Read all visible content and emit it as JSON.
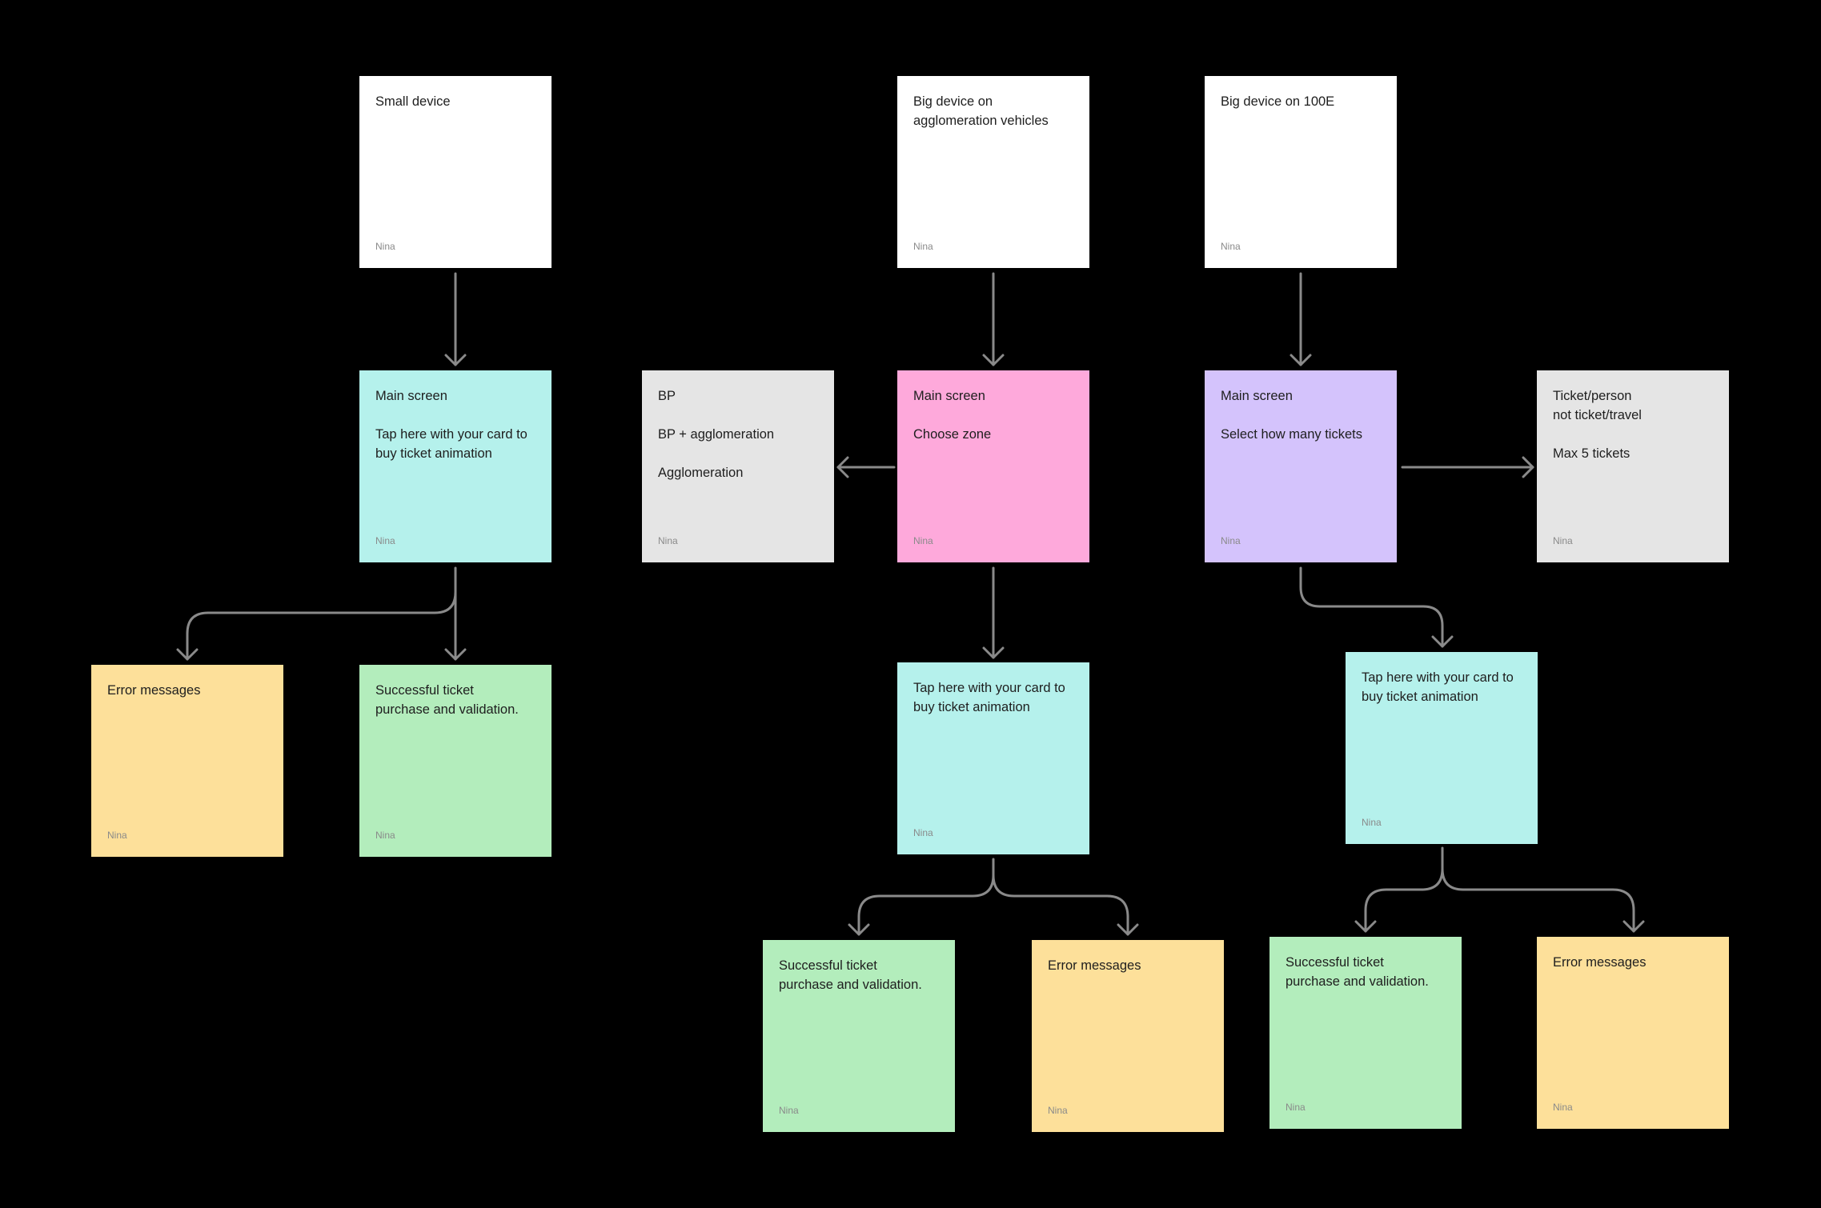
{
  "colors": {
    "white": "#ffffff",
    "teal": "#b5f1ec",
    "pink": "#fea9db",
    "purple": "#d4c3fc",
    "gray": "#e5e5e5",
    "yellow": "#fde09a",
    "green": "#b3edbc",
    "arrow": "#8a8a8a"
  },
  "notes": [
    {
      "id": "n1",
      "color": "white",
      "text": "Small device",
      "author": "Nina"
    },
    {
      "id": "n2",
      "color": "white",
      "text": "Big device on\nagglomeration vehicles",
      "author": "Nina"
    },
    {
      "id": "n3",
      "color": "white",
      "text": "Big device on 100E",
      "author": "Nina"
    },
    {
      "id": "n4",
      "color": "teal",
      "text": "Main screen\n\nTap here with your card to\nbuy ticket animation",
      "author": "Nina"
    },
    {
      "id": "n5",
      "color": "gray",
      "text": "BP\n\nBP + agglomeration\n\nAgglomeration",
      "author": "Nina"
    },
    {
      "id": "n6",
      "color": "pink",
      "text": "Main screen\n\nChoose zone",
      "author": "Nina"
    },
    {
      "id": "n7",
      "color": "purple",
      "text": "Main screen\n\nSelect how many tickets",
      "author": "Nina"
    },
    {
      "id": "n8",
      "color": "gray",
      "text": "Ticket/person\nnot ticket/travel\n\nMax 5 tickets",
      "author": "Nina"
    },
    {
      "id": "n9",
      "color": "yellow",
      "text": "Error messages",
      "author": "Nina"
    },
    {
      "id": "n10",
      "color": "green",
      "text": "Successful ticket\npurchase and validation.",
      "author": "Nina"
    },
    {
      "id": "n11",
      "color": "teal",
      "text": "Tap here with your card to\nbuy ticket animation",
      "author": "Nina"
    },
    {
      "id": "n12",
      "color": "teal",
      "text": "Tap here with your card to\nbuy ticket animation",
      "author": "Nina"
    },
    {
      "id": "n13",
      "color": "green",
      "text": "Successful ticket\npurchase and validation.",
      "author": "Nina"
    },
    {
      "id": "n14",
      "color": "yellow",
      "text": "Error messages",
      "author": "Nina"
    },
    {
      "id": "n15",
      "color": "green",
      "text": "Successful ticket\npurchase and validation.",
      "author": "Nina"
    },
    {
      "id": "n16",
      "color": "yellow",
      "text": "Error messages",
      "author": "Nina"
    }
  ]
}
